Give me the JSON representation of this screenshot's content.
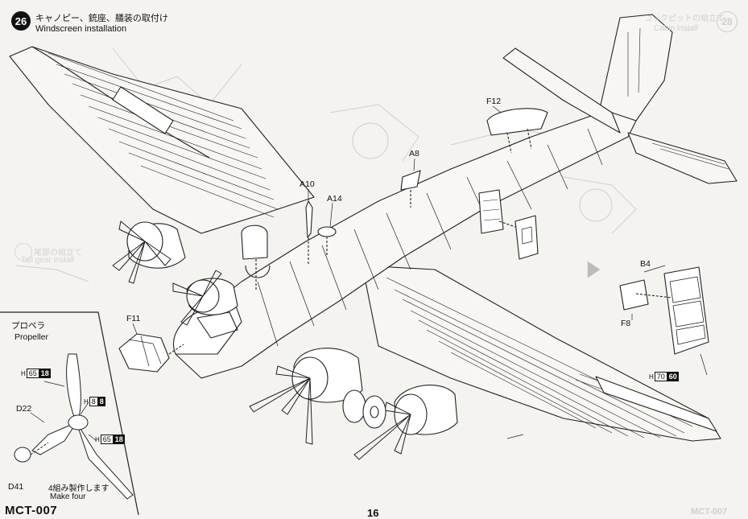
{
  "step": {
    "number": "26",
    "title_jp": "キャノピー、銃座、艤装の取付け",
    "title_en": "Windscreen installation"
  },
  "ghost_next_step": {
    "number": "28",
    "title_jp": "コックピットの組立て",
    "title_en": "Cabin install"
  },
  "ghost_tail_text": {
    "jp": "尾部の組立て",
    "en": "Tail gear install"
  },
  "parts": {
    "F12": "F12",
    "A8": "A8",
    "A10": "A10",
    "A14": "A14",
    "F11": "F11",
    "B4": "B4",
    "F8": "F8",
    "D22": "D22",
    "D41": "D41"
  },
  "paint_codes": {
    "window": {
      "h": "H",
      "code": "70",
      "alt": "60"
    },
    "prop_blade": {
      "h": "H",
      "code": "65",
      "alt": "18"
    },
    "prop_hub": {
      "h": "H",
      "code": "8",
      "alt": "8"
    },
    "prop_blade2": {
      "h": "H",
      "code": "65",
      "alt": "18"
    }
  },
  "inset": {
    "title_jp": "プロペラ",
    "title_en": "Propeller",
    "note_jp": "4組み製作します",
    "note_en": "Make four"
  },
  "footer": {
    "code": "MCT-007",
    "page": "16",
    "ghost": "MCT-007"
  }
}
